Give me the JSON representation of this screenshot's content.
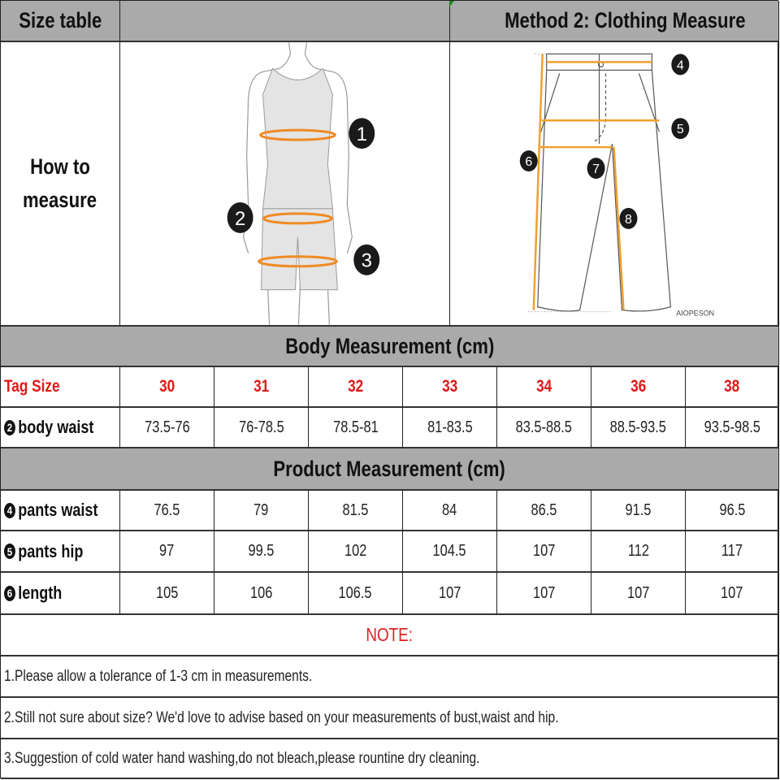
{
  "header": {
    "title_left": "Size table",
    "title_right": "Method 2: Clothing Measure"
  },
  "how_to": {
    "line1": "How to",
    "line2": "measure"
  },
  "body_figure": {
    "markers": [
      "1",
      "2",
      "3"
    ],
    "ring_color": "#f08a24"
  },
  "pants_figure": {
    "markers": [
      "4",
      "5",
      "6",
      "7",
      "8"
    ],
    "line_color": "#f0a030",
    "brand_watermark": "AIOPESON"
  },
  "body_section": {
    "title": "Body Measurement (cm)",
    "tag_label": "Tag Size",
    "sizes": [
      "30",
      "31",
      "32",
      "33",
      "34",
      "36",
      "38"
    ],
    "rows": [
      {
        "badge": "2",
        "label": "body waist",
        "values": [
          "73.5-76",
          "76-78.5",
          "78.5-81",
          "81-83.5",
          "83.5-88.5",
          "88.5-93.5",
          "93.5-98.5"
        ]
      }
    ]
  },
  "product_section": {
    "title": "Product Measurement (cm)",
    "rows": [
      {
        "badge": "4",
        "label": "pants waist",
        "values": [
          "76.5",
          "79",
          "81.5",
          "84",
          "86.5",
          "91.5",
          "96.5"
        ]
      },
      {
        "badge": "5",
        "label": "pants hip",
        "values": [
          "97",
          "99.5",
          "102",
          "104.5",
          "107",
          "112",
          "117"
        ]
      },
      {
        "badge": "6",
        "label": "length",
        "values": [
          "105",
          "106",
          "106.5",
          "107",
          "107",
          "107",
          "107"
        ]
      }
    ]
  },
  "notes": {
    "title": "NOTE:",
    "lines": [
      "1.Please allow a tolerance of 1-3 cm in measurements.",
      "2.Still not sure about size? We'd love to advise based on your measurements of bust,waist and hip.",
      "3.Suggestion of cold water hand washing,do not bleach,please rountine dry cleaning."
    ]
  },
  "colors": {
    "header_gray": "#aaaaaa",
    "tag_red": "#e01818",
    "note_red": "#e02020",
    "accent_orange": "#f08a24"
  }
}
